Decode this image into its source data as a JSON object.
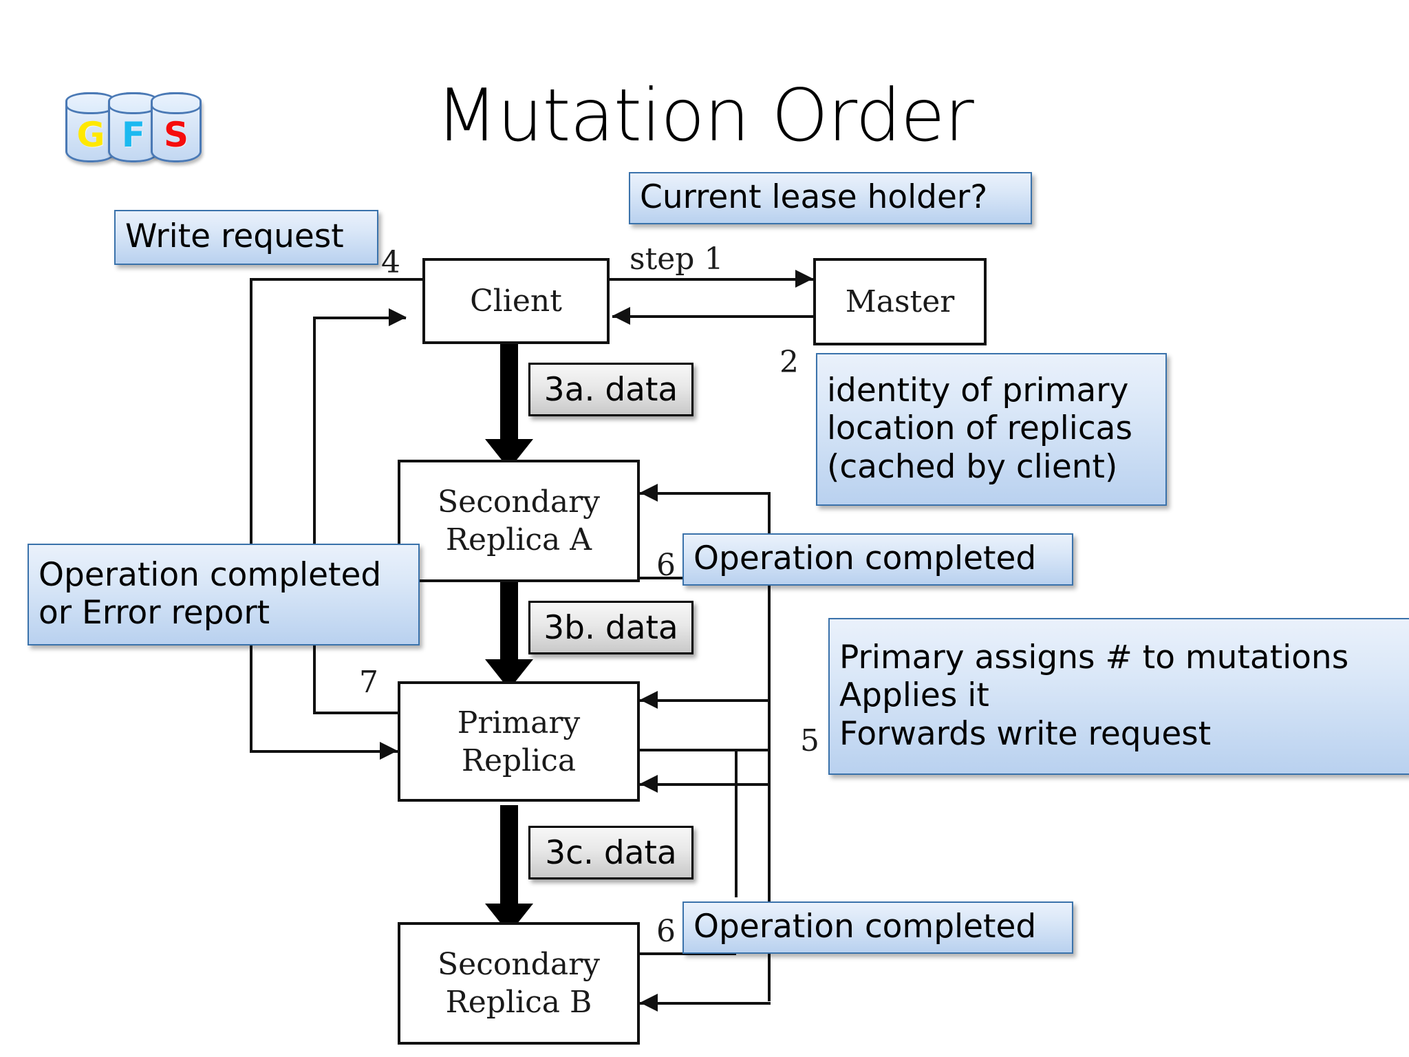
{
  "slide": {
    "title": "Mutation Order",
    "background": "#ffffff"
  },
  "logo": {
    "name": "gfs-logo",
    "letters": [
      {
        "char": "G",
        "color": "#ffe800"
      },
      {
        "char": "F",
        "color": "#1bb9f0"
      },
      {
        "char": "S",
        "color": "#f50c0c"
      }
    ]
  },
  "colors": {
    "callout_border": "#3a72ab",
    "callout_fill_top": "#eaf1fb",
    "callout_fill_bottom": "#b9d1ef",
    "databox_border": "#000000",
    "databox_fill_top": "#f7f7f7",
    "databox_fill_bottom": "#c9c9c9",
    "node_border": "#111111",
    "line": "#111111"
  },
  "nodes": [
    {
      "id": "client",
      "label": "Client"
    },
    {
      "id": "master",
      "label": "Master"
    },
    {
      "id": "secondary_a",
      "label": "Secondary\nReplica A"
    },
    {
      "id": "primary",
      "label": "Primary\nReplica"
    },
    {
      "id": "secondary_b",
      "label": "Secondary\nReplica B"
    }
  ],
  "step_labels": {
    "step1": "step 1",
    "n2": "2",
    "n4": "4",
    "n5": "5",
    "n6_a": "6",
    "n6_b": "6",
    "n7": "7"
  },
  "data_boxes": [
    {
      "id": "data_3a",
      "label": "3a. data"
    },
    {
      "id": "data_3b",
      "label": "3b. data"
    },
    {
      "id": "data_3c",
      "label": "3c. data"
    }
  ],
  "callouts": [
    {
      "id": "lease_holder",
      "text": "Current lease holder?"
    },
    {
      "id": "write_request",
      "text": "Write request"
    },
    {
      "id": "identity",
      "text": "identity of primary\nlocation of replicas\n(cached by client)"
    },
    {
      "id": "op_or_error",
      "text": "Operation completed\nor Error report"
    },
    {
      "id": "op_completed_a",
      "text": "Operation completed"
    },
    {
      "id": "primary_duties",
      "text": "Primary assigns # to mutations\nApplies it\nForwards write request"
    },
    {
      "id": "op_completed_b",
      "text": "Operation completed"
    }
  ]
}
